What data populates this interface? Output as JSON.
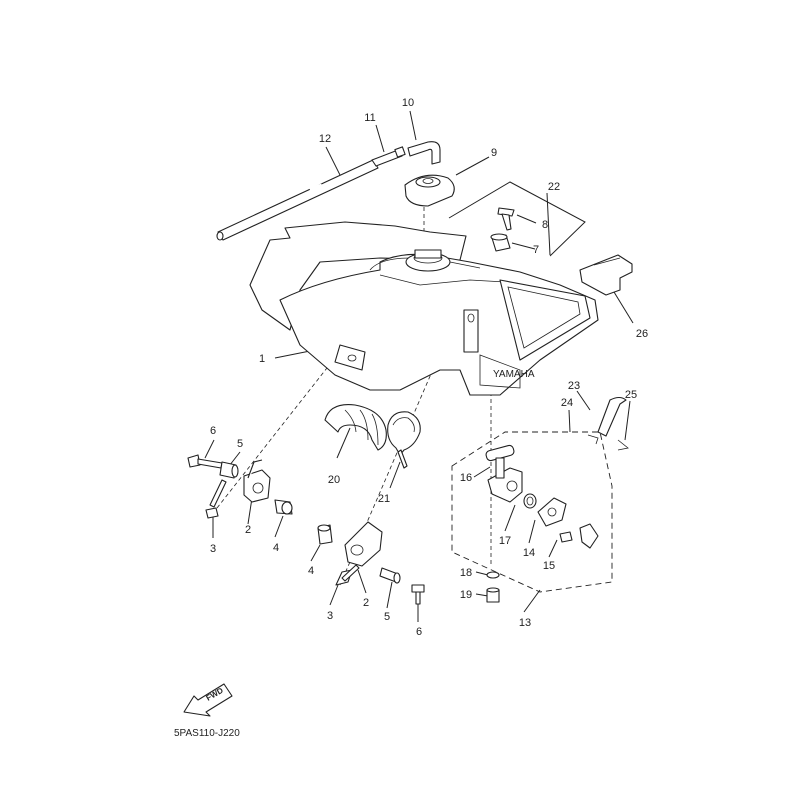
{
  "diagram_code": "5PAS110-J220",
  "fwd_label": "FWD",
  "callouts": {
    "c1": "1",
    "c2a": "2",
    "c2b": "2",
    "c3a": "3",
    "c3b": "3",
    "c4a": "4",
    "c4b": "4",
    "c5a": "5",
    "c5b": "5",
    "c6a": "6",
    "c6b": "6",
    "c7": "7",
    "c8": "8",
    "c9": "9",
    "c10": "10",
    "c11": "11",
    "c12": "12",
    "c13": "13",
    "c14": "14",
    "c15": "15",
    "c16": "16",
    "c17": "17",
    "c18": "18",
    "c19": "19",
    "c20": "20",
    "c21": "21",
    "c22": "22",
    "c23": "23",
    "c24": "24",
    "c25": "25",
    "c26": "26"
  }
}
